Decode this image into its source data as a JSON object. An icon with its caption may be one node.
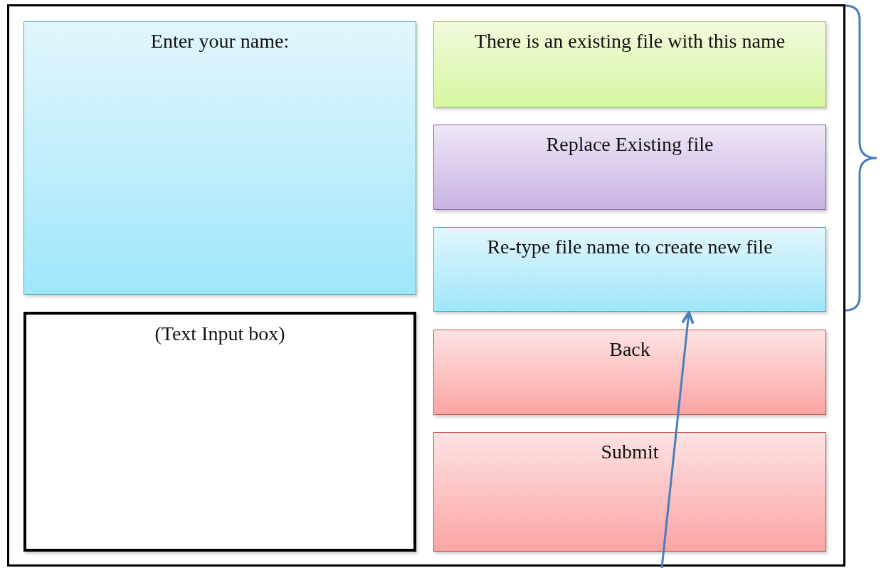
{
  "diagram": {
    "nodes": [
      {
        "text": [],
        "shape": "box"
      },
      {
        "text": [
          "Enter your name:"
        ],
        "in": 0
      },
      {
        "text": [
          "(Text Input box)"
        ],
        "in": 0
      },
      {
        "text": [
          "There is an existing file with this name"
        ],
        "in": 0
      },
      {
        "text": [
          "Replace Existing file"
        ],
        "in": 0
      },
      {
        "text": [
          "Re-type file name to create new file"
        ],
        "in": 0
      },
      {
        "text": [
          "Back"
        ],
        "in": 0
      },
      {
        "text": [
          "Submit"
        ],
        "in": 0
      }
    ],
    "edges": [
      {
        "from": null,
        "to": 5,
        "arrow": "to"
      }
    ]
  }
}
